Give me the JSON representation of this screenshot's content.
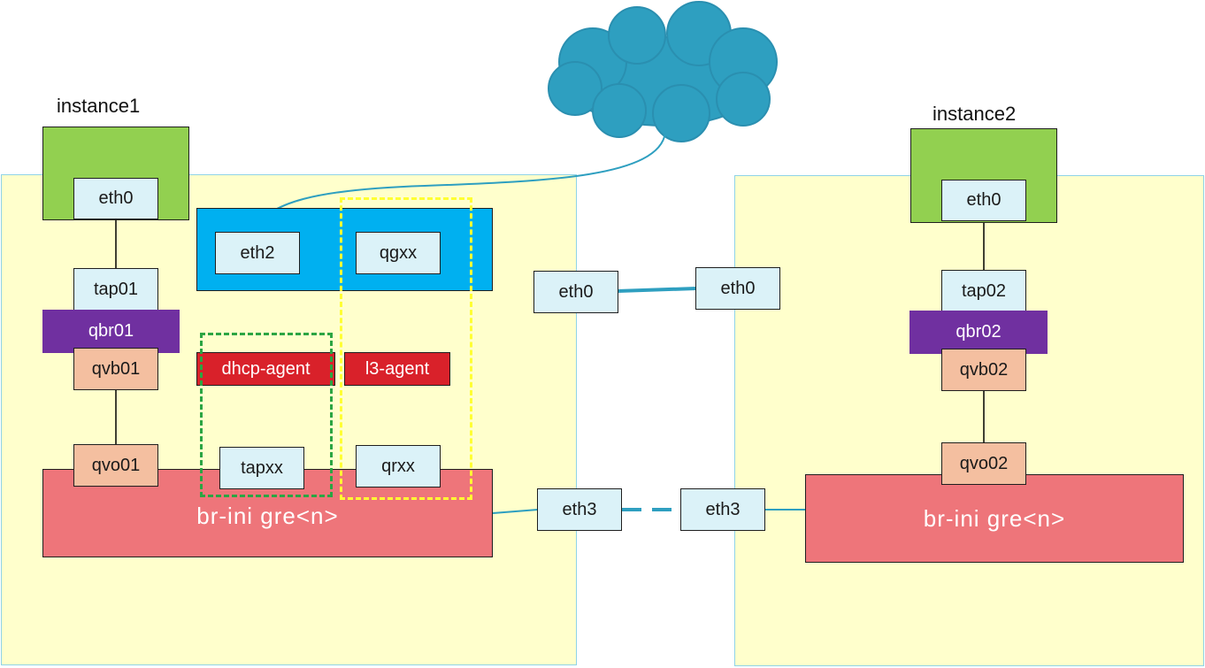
{
  "colors": {
    "host": "#ffffcc",
    "vm": "#92d050",
    "interface": "#dbf2f8",
    "linux_bridge": "#7030a0",
    "veth": "#f4bfa0",
    "agent": "#d9212a",
    "br_int": "#ee757a",
    "router_ns": "#00b0f0",
    "cloud": "#2e9fc0",
    "dhcp_ns_outline": "#2ca543",
    "router_ns_outline": "#ffff33"
  },
  "host1": {
    "instance_label": "instance1",
    "vm_eth": "eth0",
    "tap": "tap01",
    "qbr": "qbr01",
    "qvb": "qvb01",
    "qvo": "qvo01",
    "router_eth": "eth2",
    "router_qg": "qgxx",
    "dhcp_agent": "dhcp-agent",
    "l3_agent": "l3-agent",
    "tap_ns": "tapxx",
    "qr": "qrxx",
    "br_int": "br-ini  gre<n>",
    "mgmt_eth": "eth0",
    "tunnel_eth": "eth3"
  },
  "host2": {
    "instance_label": "instance2",
    "vm_eth": "eth0",
    "tap": "tap02",
    "qbr": "qbr02",
    "qvb": "qvb02",
    "qvo": "qvo02",
    "br_int": "br-ini  gre<n>",
    "mgmt_eth": "eth0",
    "tunnel_eth": "eth3"
  }
}
